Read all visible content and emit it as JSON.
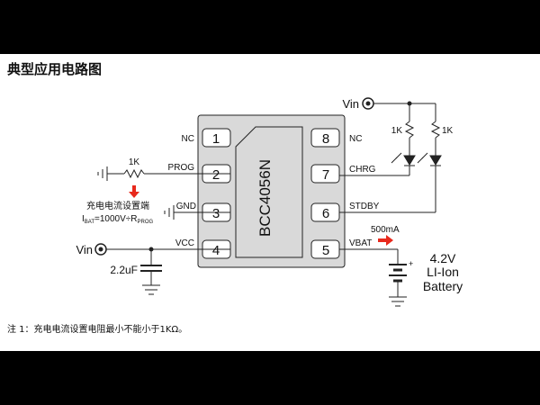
{
  "title": "典型应用电路图",
  "chip": {
    "part_number": "BCC4056N",
    "pins": [
      {
        "num": "1",
        "name": "NC"
      },
      {
        "num": "2",
        "name": "PROG"
      },
      {
        "num": "3",
        "name": "GND"
      },
      {
        "num": "4",
        "name": "VCC"
      },
      {
        "num": "8",
        "name": "NC"
      },
      {
        "num": "7",
        "name": "CHRG"
      },
      {
        "num": "6",
        "name": "STDBY"
      },
      {
        "num": "5",
        "name": "VBAT"
      }
    ]
  },
  "labels": {
    "vin_top": "Vin",
    "vin_left": "Vin",
    "r_prog": "1K",
    "r_led1": "1K",
    "r_led2": "1K",
    "cap": "2.2uF",
    "current": "500mA",
    "prog_note_line1": "充电电流设置端",
    "ibat_prefix": "I",
    "ibat_sub": "BAT",
    "ibat_mid": "=1000V÷R",
    "rprog_sub": "PROG",
    "battery_voltage": "4.2V",
    "battery_type": "LI-Ion",
    "battery_word": "Battery"
  },
  "note": "注 1：充电电流设置电阻最小不能小于1KΩ。",
  "colors": {
    "chip_fill": "#d9d9d9",
    "wire": "#222222",
    "arrow": "#e8291c",
    "background": "#ffffff",
    "frame": "#000000"
  },
  "icons": [
    "terminal-circle-icon",
    "resistor-icon",
    "led-icon",
    "capacitor-icon",
    "battery-icon",
    "ground-icon",
    "arrow-down-icon",
    "arrow-right-icon"
  ]
}
